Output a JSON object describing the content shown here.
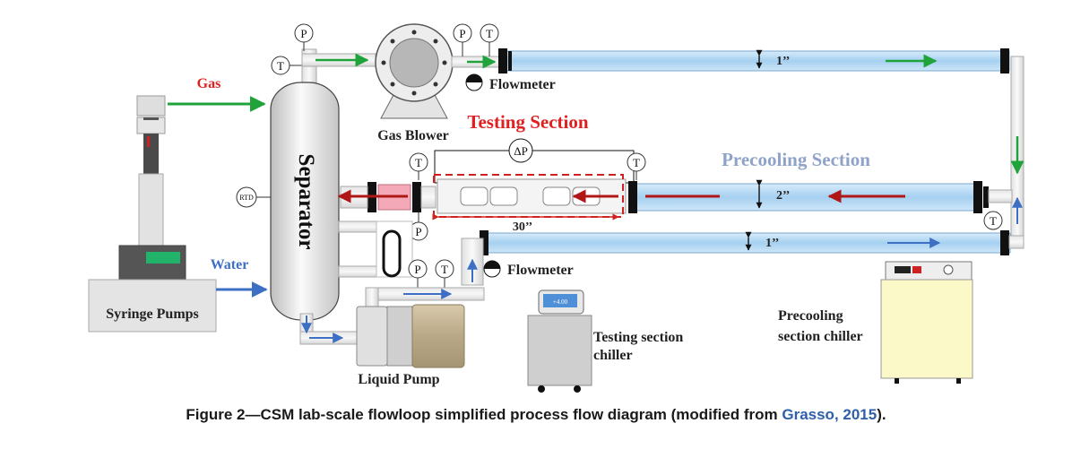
{
  "labels": {
    "gas": "Gas",
    "water": "Water",
    "syringe_pumps": "Syringe Pumps",
    "separator": "Separator",
    "gas_blower": "Gas Blower",
    "flowmeter_top": "Flowmeter",
    "flowmeter_bottom": "Flowmeter",
    "testing_section": "Testing Section",
    "precooling_section": "Precooling Section",
    "liquid_pump": "Liquid Pump",
    "testing_chiller": "Testing section",
    "testing_chiller_2": "chiller",
    "precooling_chiller": "Precooling",
    "precooling_chiller_2": "section chiller",
    "dim_top": "1’’",
    "dim_mid": "2’’",
    "dim_bottom": "1’’",
    "dim_test": "30’’",
    "rtd": "RTD",
    "p": "P",
    "t": "T",
    "dp": "ΔP",
    "chiller_display": "+4.00"
  },
  "caption": {
    "prefix": "Figure 2—CSM lab-scale flowloop simplified process flow diagram (modified from ",
    "link": "Grasso, 2015",
    "suffix": ")."
  },
  "colors": {
    "gas_arrow": "#1fa33a",
    "water_arrow": "#3d6fc4",
    "return_arrow": "#b01818",
    "testing_title": "#e02020",
    "precooling_title": "#8fa3c9",
    "pipe_blue": "#a9d3f2"
  }
}
